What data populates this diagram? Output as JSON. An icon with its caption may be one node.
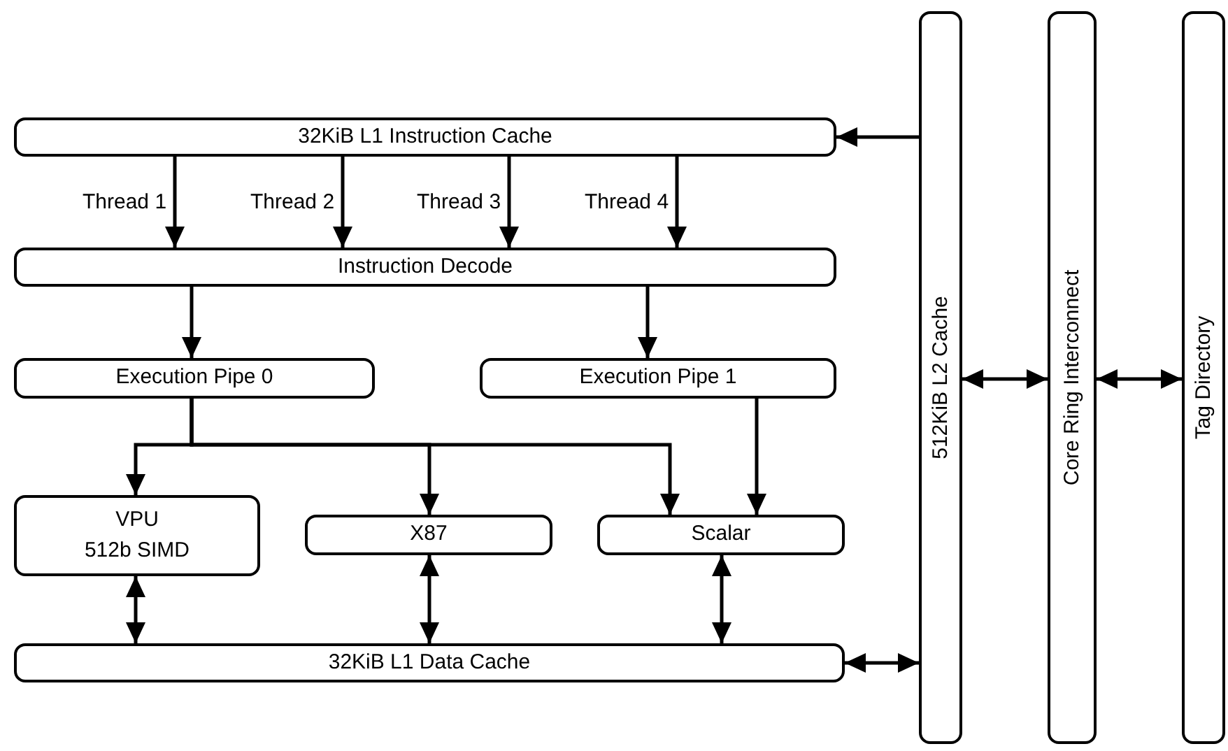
{
  "diagram": {
    "nodes": [
      {
        "text": [
          "32KiB L1 Instruction Cache"
        ]
      },
      {
        "text": [
          "Instruction Decode"
        ]
      },
      {
        "text": [
          "Execution Pipe 0"
        ]
      },
      {
        "text": [
          "Execution Pipe 1"
        ]
      },
      {
        "text": [
          "VPU",
          "512b SIMD"
        ]
      },
      {
        "text": [
          "X87"
        ]
      },
      {
        "text": [
          "Scalar"
        ]
      },
      {
        "text": [
          "32KiB L1 Data Cache"
        ]
      },
      {
        "text": [
          "512KiB L2 Cache"
        ]
      },
      {
        "text": [
          "Core Ring Interconnect"
        ]
      },
      {
        "text": [
          "Tag Directory"
        ]
      }
    ],
    "edges": [
      {
        "from": 8,
        "to": 0,
        "arrow": "to"
      },
      {
        "from": 0,
        "to": 1,
        "arrow": "to",
        "label": "Thread 1"
      },
      {
        "from": 0,
        "to": 1,
        "arrow": "to",
        "label": "Thread 2"
      },
      {
        "from": 0,
        "to": 1,
        "arrow": "to",
        "label": "Thread 3"
      },
      {
        "from": 0,
        "to": 1,
        "arrow": "to",
        "label": "Thread 4"
      },
      {
        "from": 1,
        "to": 2,
        "arrow": "to"
      },
      {
        "from": 1,
        "to": 3,
        "arrow": "to"
      },
      {
        "from": 2,
        "to": 4,
        "arrow": "to"
      },
      {
        "from": 2,
        "to": 5,
        "arrow": "to"
      },
      {
        "from": 2,
        "to": 6,
        "arrow": "to"
      },
      {
        "from": 3,
        "to": 6,
        "arrow": "to"
      },
      {
        "from": 4,
        "to": 7,
        "arrow": "both"
      },
      {
        "from": 5,
        "to": 7,
        "arrow": "both"
      },
      {
        "from": 6,
        "to": 7,
        "arrow": "both"
      },
      {
        "from": 7,
        "to": 8,
        "arrow": "both"
      },
      {
        "from": 8,
        "to": 9,
        "arrow": "both"
      },
      {
        "from": 9,
        "to": 10,
        "arrow": "both"
      }
    ]
  }
}
